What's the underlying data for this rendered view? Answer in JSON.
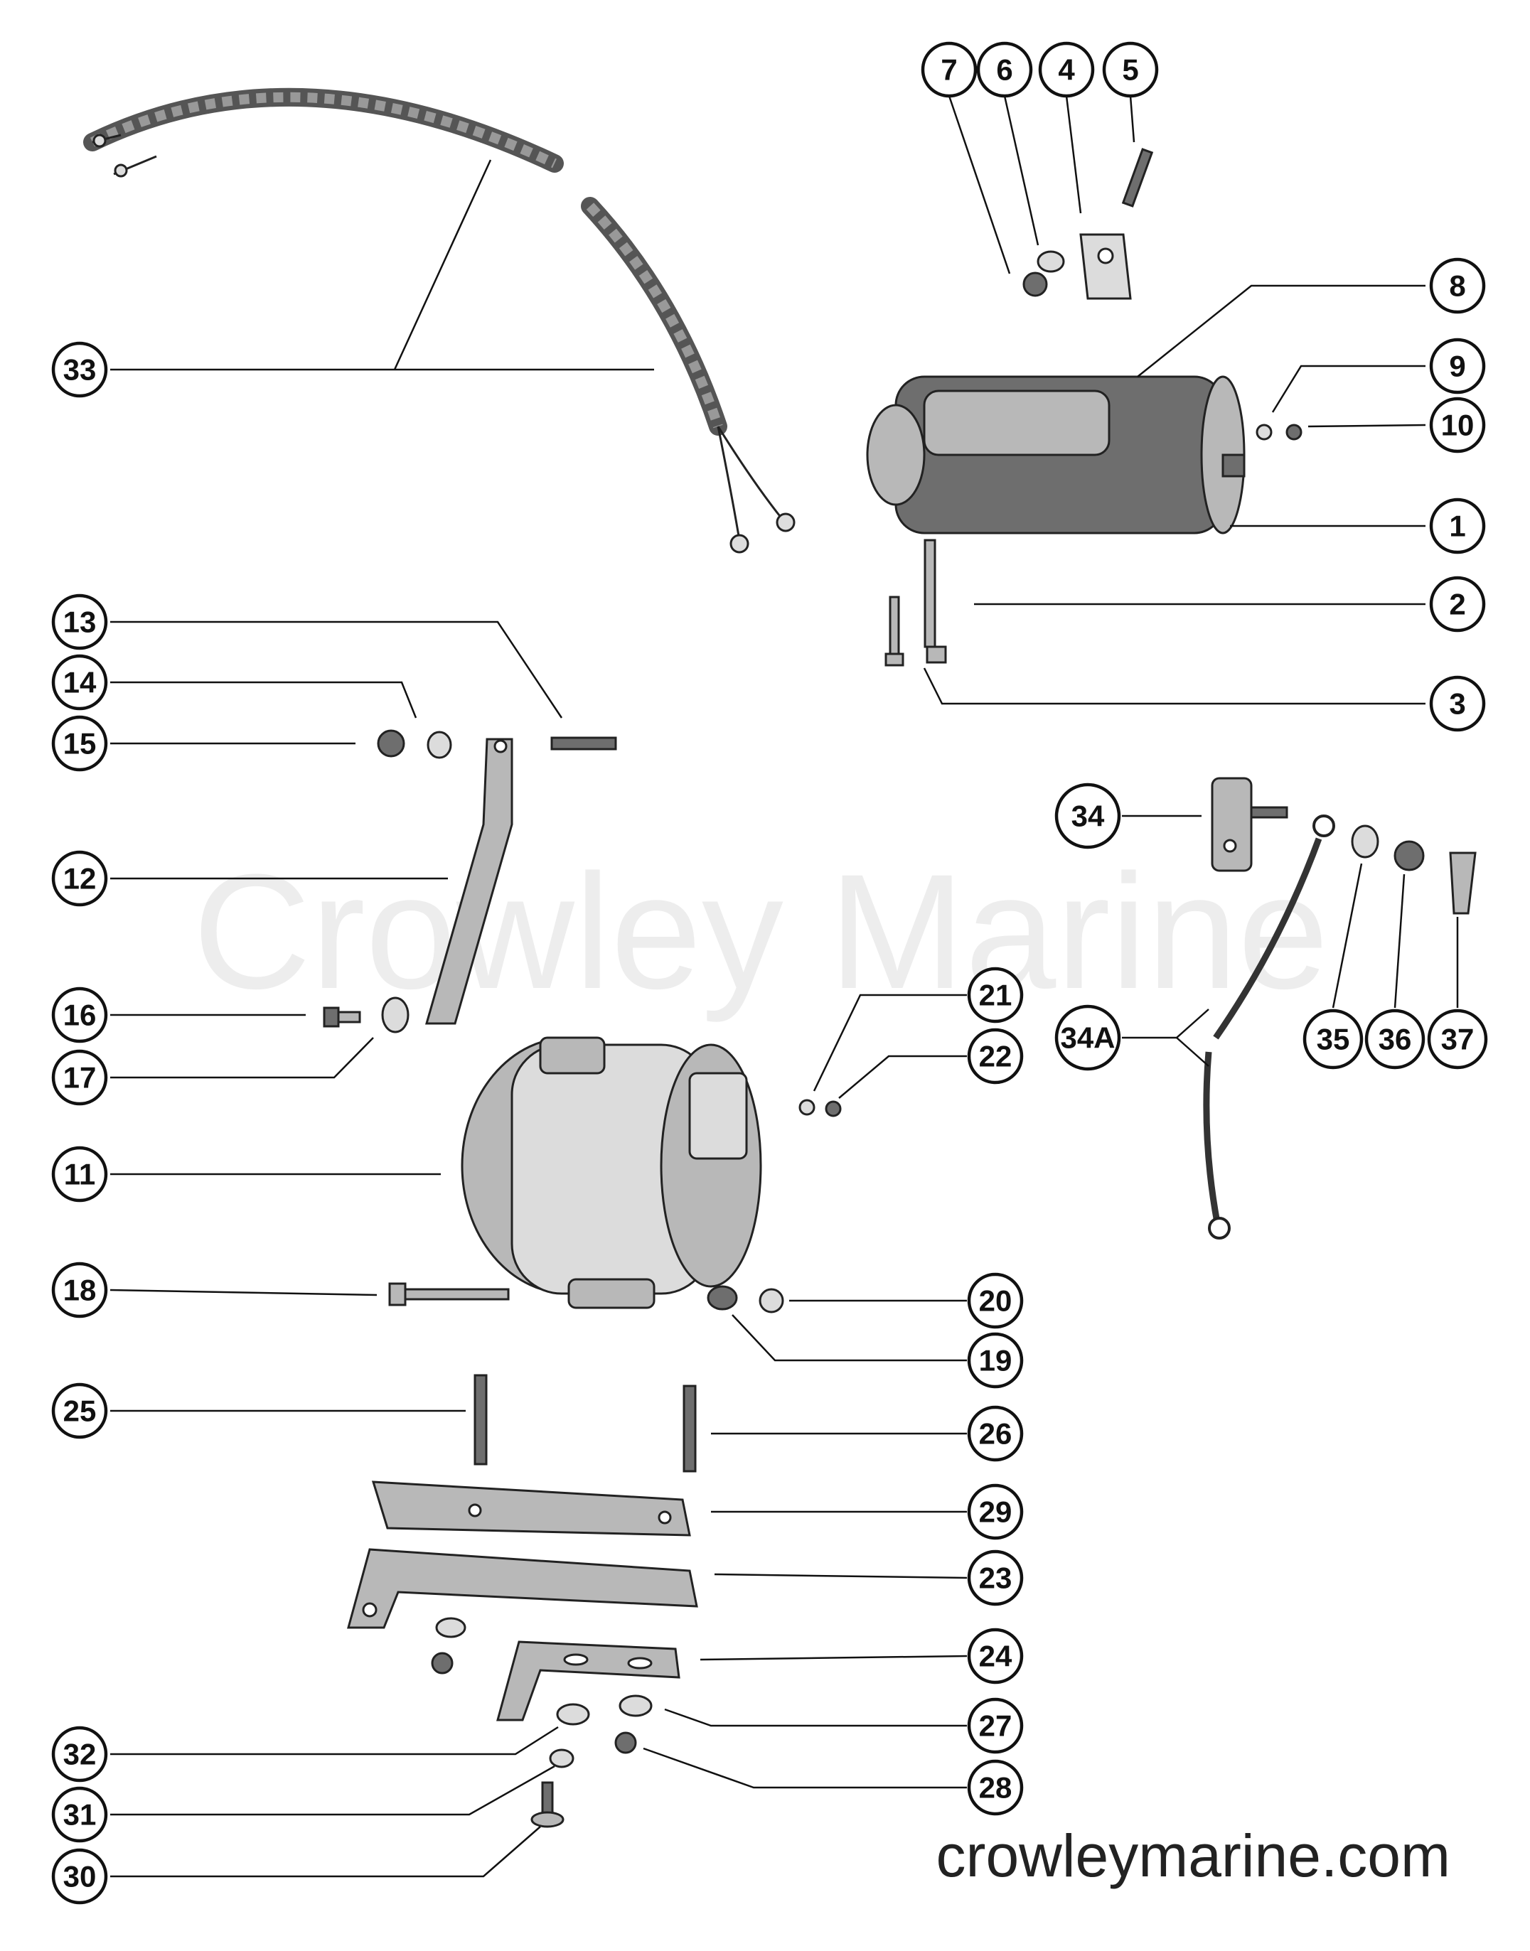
{
  "watermark": "Crowley Marine",
  "site_label": "crowleymarine.com",
  "callouts": {
    "c1": "1",
    "c2": "2",
    "c3": "3",
    "c4": "4",
    "c5": "5",
    "c6": "6",
    "c7": "7",
    "c8": "8",
    "c9": "9",
    "c10": "10",
    "c11": "11",
    "c12": "12",
    "c13": "13",
    "c14": "14",
    "c15": "15",
    "c16": "16",
    "c17": "17",
    "c18": "18",
    "c19": "19",
    "c20": "20",
    "c21": "21",
    "c22": "22",
    "c23": "23",
    "c24": "24",
    "c25": "25",
    "c26": "26",
    "c27": "27",
    "c28": "28",
    "c29": "29",
    "c30": "30",
    "c31": "31",
    "c32": "32",
    "c33": "33",
    "c34": "34",
    "c34a": "34A",
    "c35": "35",
    "c36": "36",
    "c37": "37"
  }
}
